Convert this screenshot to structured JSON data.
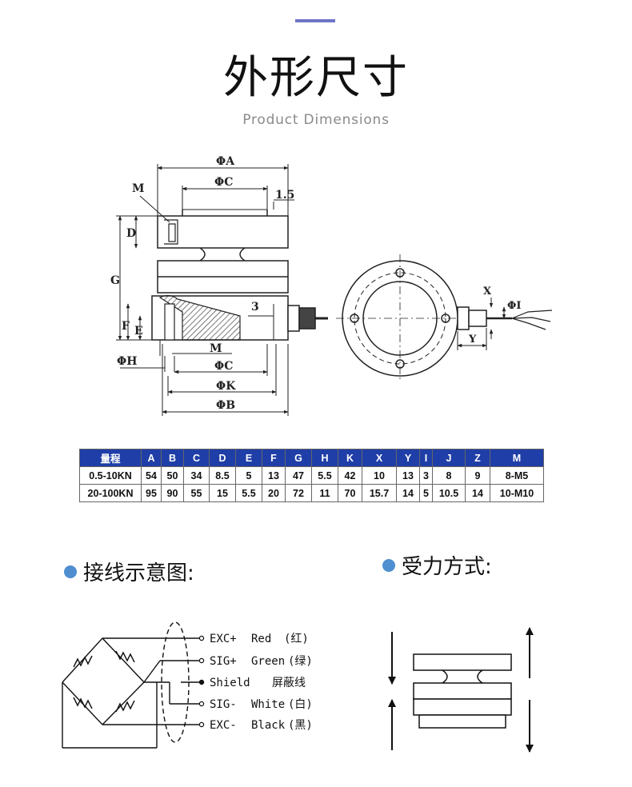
{
  "header": {
    "title": "外形尺寸",
    "subtitle": "Product Dimensions"
  },
  "drawing": {
    "labels": {
      "phiA": "ΦA",
      "phiC": "ΦC",
      "t15": "1.5",
      "M": "M",
      "D": "D",
      "G": "G",
      "three": "3",
      "F": "F",
      "E": "E",
      "phiH": "ΦH",
      "M2": "M",
      "phiC2": "ΦC",
      "phiK": "ΦK",
      "phiB": "ΦB",
      "X": "X",
      "phiI": "ΦI",
      "Y": "Y"
    }
  },
  "table": {
    "headers": [
      "量程",
      "A",
      "B",
      "C",
      "D",
      "E",
      "F",
      "G",
      "H",
      "K",
      "X",
      "Y",
      "I",
      "J",
      "Z",
      "M"
    ],
    "rows": [
      [
        "0.5-10KN",
        "54",
        "50",
        "34",
        "8.5",
        "5",
        "13",
        "47",
        "5.5",
        "42",
        "10",
        "13",
        "3",
        "8",
        "9",
        "8-M5"
      ],
      [
        "20-100KN",
        "95",
        "90",
        "55",
        "15",
        "5.5",
        "20",
        "72",
        "11",
        "70",
        "15.7",
        "14",
        "5",
        "10.5",
        "14",
        "10-M10"
      ]
    ]
  },
  "wiring": {
    "title": "接线示意图:",
    "lines": [
      {
        "code": "EXC+",
        "color": "Red",
        "cn": "(红)"
      },
      {
        "code": "SIG+",
        "color": "Green",
        "cn": "(绿)"
      },
      {
        "code": "Shield",
        "color": "",
        "cn": "屏蔽线"
      },
      {
        "code": "SIG-",
        "color": "White",
        "cn": "(白)"
      },
      {
        "code": "EXC-",
        "color": "Black",
        "cn": "(黑)"
      }
    ]
  },
  "force": {
    "title": "受力方式:"
  },
  "colors": {
    "accent_bar": "#6d74c6",
    "table_header": "#1f3ea7",
    "bullet": "#4f8fd0"
  }
}
